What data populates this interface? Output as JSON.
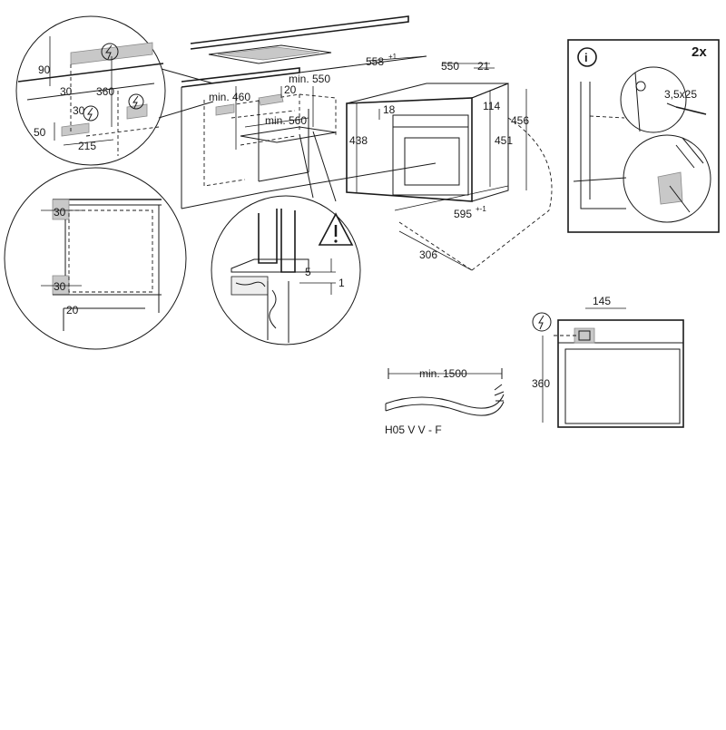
{
  "colors": {
    "line": "#1a1a1a",
    "shade": "#c8c8c8"
  },
  "icons": [
    "electric-hazard-icon",
    "info-icon",
    "warning-triangle-icon"
  ],
  "labels": {
    "d90": "90",
    "d30a": "30",
    "d360a": "360",
    "d30b": "30",
    "d50": "50",
    "d215": "215",
    "min460": "min. 460",
    "min550": "min. 550",
    "d20a": "20",
    "min560": "min. 560",
    "d558": "558",
    "d558sup": "+1",
    "d550": "550",
    "d21": "21",
    "d18": "18",
    "d114": "114",
    "d456": "456",
    "d438": "438",
    "d451": "451",
    "d595": "595",
    "d595sup": "+-1",
    "d306": "306",
    "d30c": "30",
    "d30d": "30",
    "d20b": "20",
    "d5": "5",
    "d1": "1",
    "min1500": "min. 1500",
    "cable": "H05 V V - F",
    "d145": "145",
    "d360b": "360",
    "screw": "3,5x25",
    "count": "2x"
  }
}
